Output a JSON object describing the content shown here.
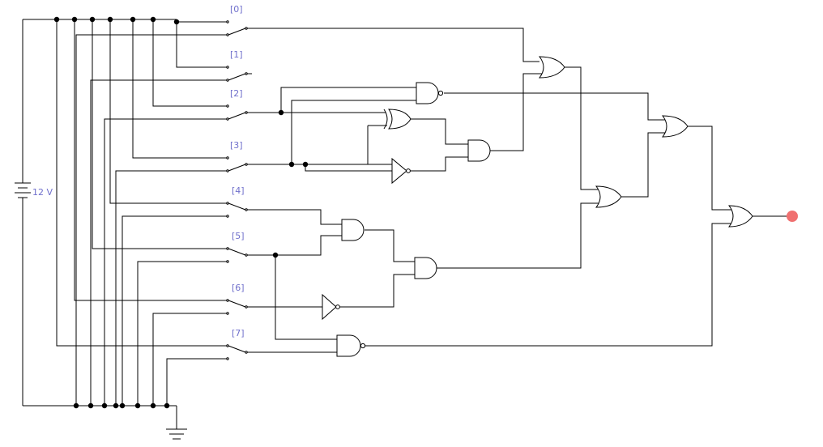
{
  "battery": {
    "label": "12 V"
  },
  "switches": [
    {
      "label": "[0]"
    },
    {
      "label": "[1]"
    },
    {
      "label": "[2]"
    },
    {
      "label": "[3]"
    },
    {
      "label": "[4]"
    },
    {
      "label": "[5]"
    },
    {
      "label": "[6]"
    },
    {
      "label": "[7]"
    }
  ],
  "colors": {
    "wire": "#000000",
    "label": "#7070cc",
    "output_lamp": "#f07070",
    "background": "#ffffff"
  }
}
